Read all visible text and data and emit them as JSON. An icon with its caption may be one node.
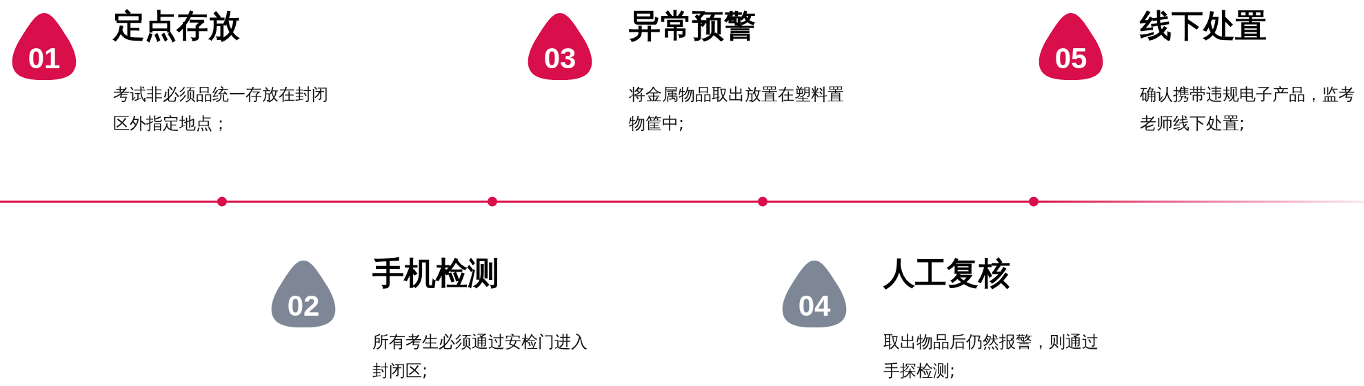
{
  "diagram": {
    "nodes": [
      {
        "text": [
          "01"
        ],
        "beside": [
          "定点存放",
          "考试非必须品统一存放在封闭区外指定地点；"
        ]
      },
      {
        "text": [
          "02"
        ],
        "beside": [
          "手机检测",
          "所有考生必须通过安检门进入封闭区;"
        ]
      },
      {
        "text": [
          "03"
        ],
        "beside": [
          "异常预警",
          "将金属物品取出放置在塑料置物筐中;"
        ]
      },
      {
        "text": [
          "04"
        ],
        "beside": [
          "人工复核",
          "取出物品后仍然报警，则通过手探检测;"
        ]
      },
      {
        "text": [
          "05"
        ],
        "beside": [
          "线下处置",
          "确认携带违规电子产品，监考老师线下处置;"
        ]
      }
    ]
  }
}
